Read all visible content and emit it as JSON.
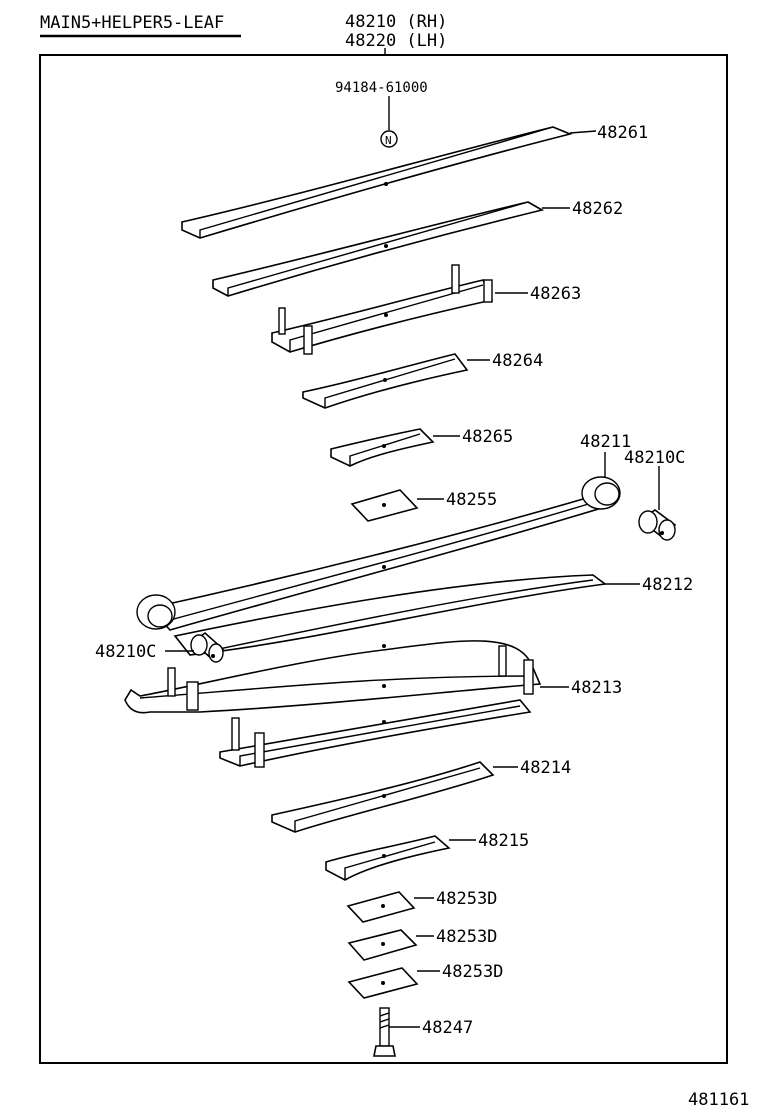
{
  "header": {
    "title": "MAIN5+HELPER5-LEAF",
    "assembly_rh": "48210 (RH)",
    "assembly_lh": "48220 (LH)"
  },
  "footer": {
    "figure_number": "481161"
  },
  "parts": {
    "nut_ref": "94184-61000",
    "nut_symbol": "N",
    "p48261": "48261",
    "p48262": "48262",
    "p48263": "48263",
    "p48264": "48264",
    "p48265": "48265",
    "p48255": "48255",
    "p48211": "48211",
    "p48210c_right": "48210C",
    "p48212": "48212",
    "p48210c_left": "48210C",
    "p48213": "48213",
    "p48214": "48214",
    "p48215": "48215",
    "p48253d_1": "48253D",
    "p48253d_2": "48253D",
    "p48253d_3": "48253D",
    "p48247": "48247"
  }
}
